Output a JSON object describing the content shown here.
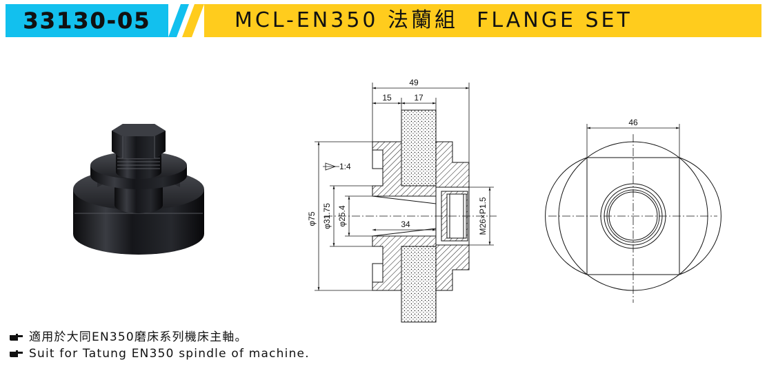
{
  "header": {
    "product_code": "33130-05",
    "title": "MCL-EN350 法蘭組  FLANGE SET",
    "code_bg_color": "#12c0ee",
    "title_bg_color": "#ffcc1d"
  },
  "drawing": {
    "dims": {
      "overall_length": "49",
      "left_step": "15",
      "wheel_width": "17",
      "taper": "1:4",
      "outer_dia": "φ75",
      "bore_dia": "φ31.75",
      "taper_dia": "φ25.4",
      "taper_length": "34",
      "thread": "M26×P1.5",
      "flat_width": "46"
    }
  },
  "notes": [
    {
      "icon": "pointing-hand-icon",
      "text": "適用於大同EN350磨床系列機床主軸。"
    },
    {
      "icon": "pointing-hand-icon",
      "text": "Suit for Tatung EN350 spindle of machine."
    }
  ]
}
